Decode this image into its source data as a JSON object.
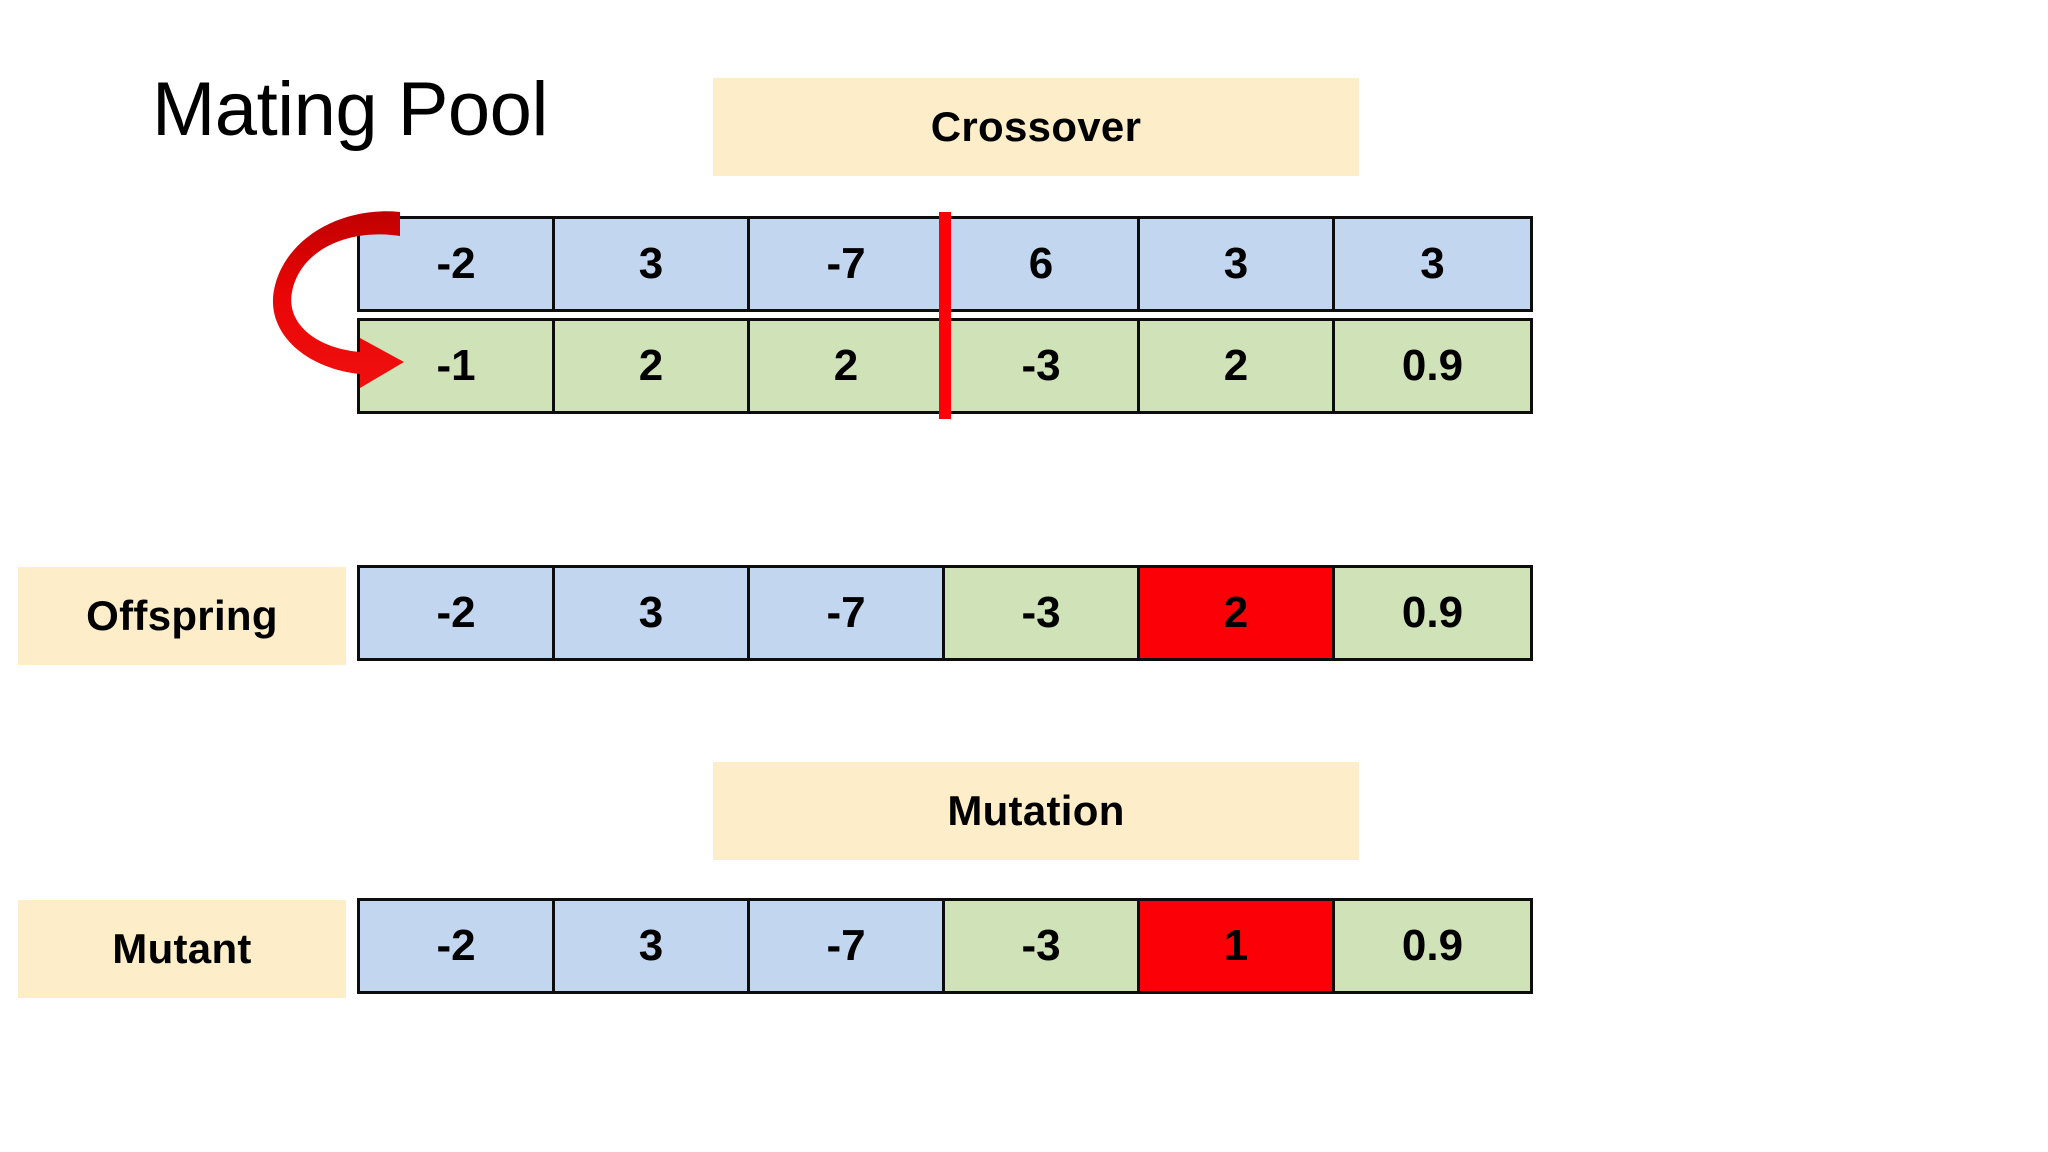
{
  "title": "Mating Pool",
  "colors": {
    "parent_a": "#c3d6ef",
    "parent_b": "#d0e2b7",
    "highlight": "#fb0007",
    "chip": "#fdeec9",
    "border": "#0d0d0d",
    "background": "#ffffff"
  },
  "operators": {
    "crossover_label": "Crossover",
    "mutation_label": "Mutation"
  },
  "row_labels": {
    "offspring": "Offspring",
    "mutant": "Mutant"
  },
  "chromosomes": {
    "parent_a": {
      "name": "parent-a",
      "genes": [
        "-2",
        "3",
        "-7",
        "6",
        "3",
        "3"
      ],
      "gene_colors": [
        "blue",
        "blue",
        "blue",
        "blue",
        "blue",
        "blue"
      ]
    },
    "parent_b": {
      "name": "parent-b",
      "genes": [
        "-1",
        "2",
        "2",
        "-3",
        "2",
        "0.9"
      ],
      "gene_colors": [
        "green",
        "green",
        "green",
        "green",
        "green",
        "green"
      ]
    },
    "offspring": {
      "name": "offspring",
      "genes": [
        "-2",
        "3",
        "-7",
        "-3",
        "2",
        "0.9"
      ],
      "gene_colors": [
        "blue",
        "blue",
        "blue",
        "green",
        "red",
        "green"
      ]
    },
    "mutant": {
      "name": "mutant",
      "genes": [
        "-2",
        "3",
        "-7",
        "-3",
        "1",
        "0.9"
      ],
      "gene_colors": [
        "blue",
        "blue",
        "blue",
        "green",
        "red",
        "green"
      ]
    }
  },
  "crossover_point": {
    "after_gene_index": 3,
    "color": "#fb0007"
  },
  "arrow": {
    "icon": "curved-arrow-icon",
    "color": "#e00000",
    "description": "curved arrow from parent-a to parent-b"
  }
}
